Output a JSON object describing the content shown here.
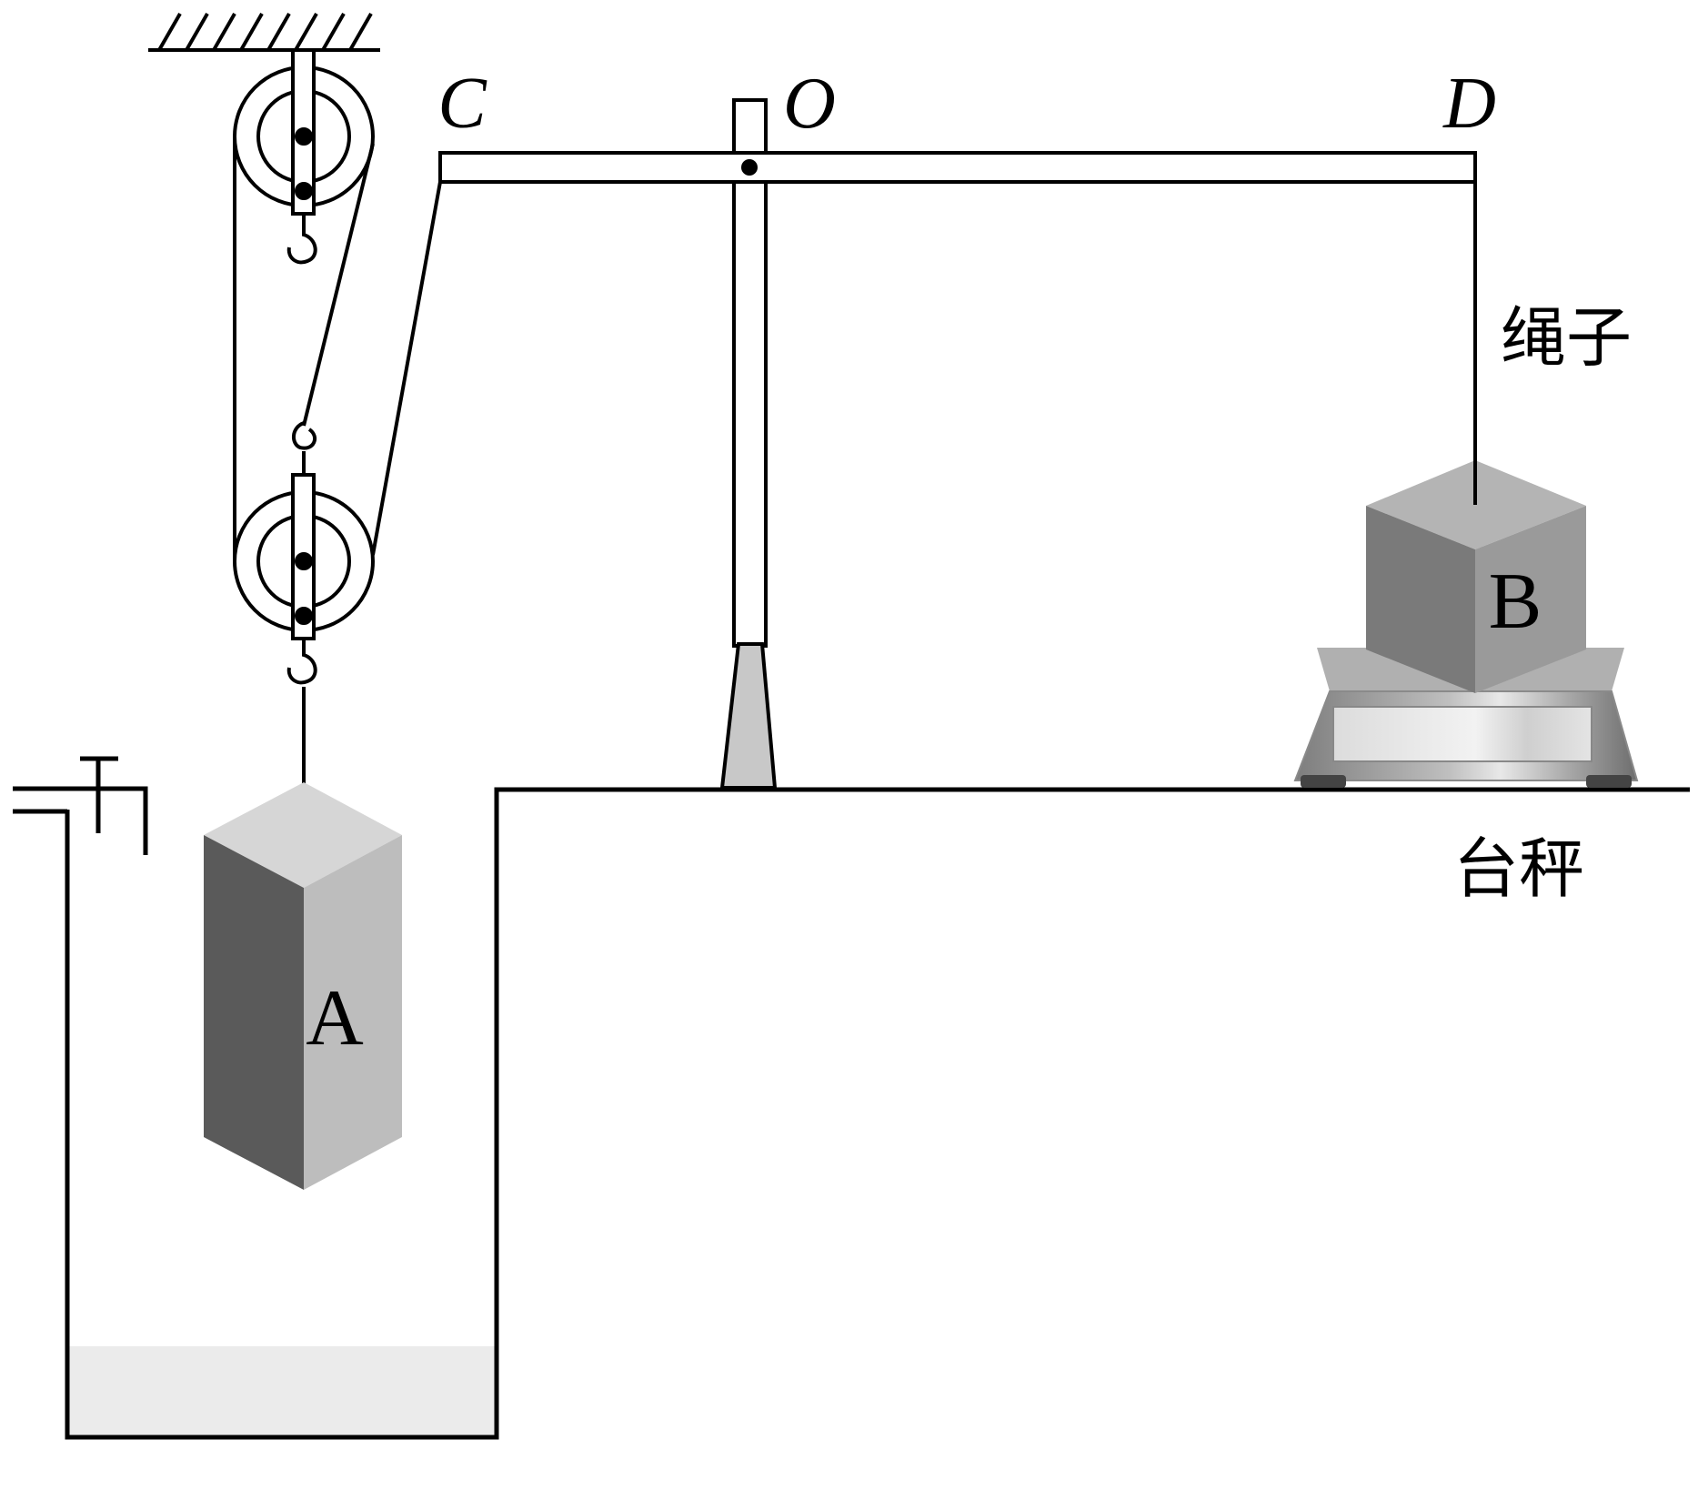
{
  "labels": {
    "point_c": "C",
    "point_o": "O",
    "point_d": "D",
    "block_a": "A",
    "block_b": "B",
    "rope": "绳子",
    "scale": "台秤"
  },
  "colors": {
    "line": "#000000",
    "water": "#ebebeb",
    "block_a_front": "#5a5a5a",
    "block_a_side": "#bdbdbd",
    "block_a_top": "#d6d6d6",
    "block_b_front": "#7a7a7a",
    "block_b_side": "#9a9a9a",
    "block_b_top": "#b4b4b4",
    "scale_body": "#9e9e9e",
    "scale_panel": "#e6e6e6",
    "stand_base": "#c8c8c8"
  }
}
